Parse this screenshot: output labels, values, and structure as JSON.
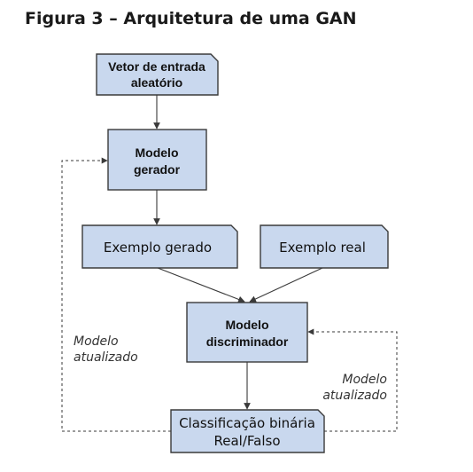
{
  "title": "Figura 3 – Arquitetura de uma GAN",
  "nodes": {
    "input": {
      "line1": "Vetor de entrada",
      "line2": "aleatório"
    },
    "generator": {
      "line1": "Modelo",
      "line2": "gerador"
    },
    "generated_example": {
      "label": "Exemplo gerado"
    },
    "real_example": {
      "label": "Exemplo real"
    },
    "discriminator": {
      "line1": "Modelo",
      "line2": "discriminador"
    },
    "classification": {
      "line1": "Classificação binária",
      "line2": "Real/Falso"
    }
  },
  "feedback": {
    "left": {
      "line1": "Modelo",
      "line2": "atualizado"
    },
    "right": {
      "line1": "Modelo",
      "line2": "atualizado"
    }
  }
}
